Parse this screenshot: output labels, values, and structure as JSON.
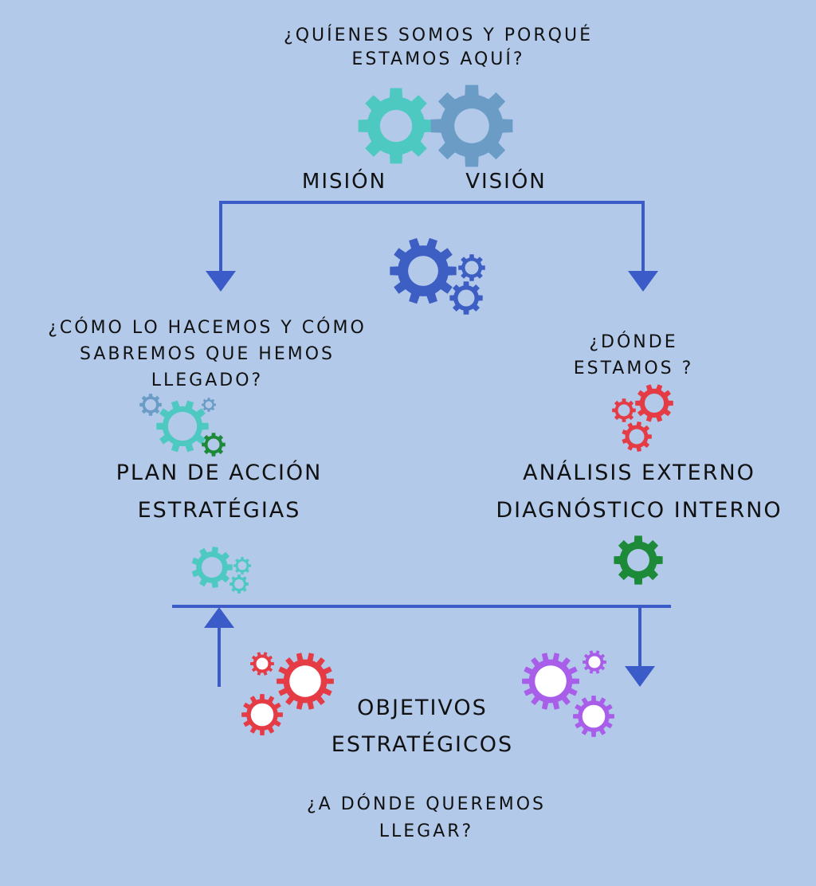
{
  "top": {
    "question": [
      "¿QUÍENES SOMOS Y PORQUÉ",
      "ESTAMOS AQUÍ?"
    ],
    "mision": "MISIÓN",
    "vision": "VISIÓN"
  },
  "left": {
    "question": [
      "¿CÓMO LO HACEMOS Y CÓMO",
      "SABREMOS QUE HEMOS",
      "LLEGADO?"
    ],
    "title": [
      "PLAN DE ACCIÓN",
      "ESTRATÉGIAS"
    ]
  },
  "right": {
    "question": [
      "¿DÓNDE",
      "ESTAMOS ?"
    ],
    "title": [
      "ANÁLISIS EXTERNO",
      "DIAGNÓSTICO INTERNO"
    ]
  },
  "bottom": {
    "title": [
      "OBJETIVOS",
      "ESTRATÉGICOS"
    ],
    "question": [
      "¿A DÓNDE QUEREMOS",
      "LLEGAR?"
    ]
  },
  "colors": {
    "background": "#b2c9ea",
    "connector": "#3b5cc8",
    "teal": "#4ec9c2",
    "steel_blue": "#6a9cc6",
    "royal_blue": "#3d5ec3",
    "red": "#e53b45",
    "green": "#1d8a3a",
    "purple": "#a85ee8",
    "text": "#111111"
  }
}
